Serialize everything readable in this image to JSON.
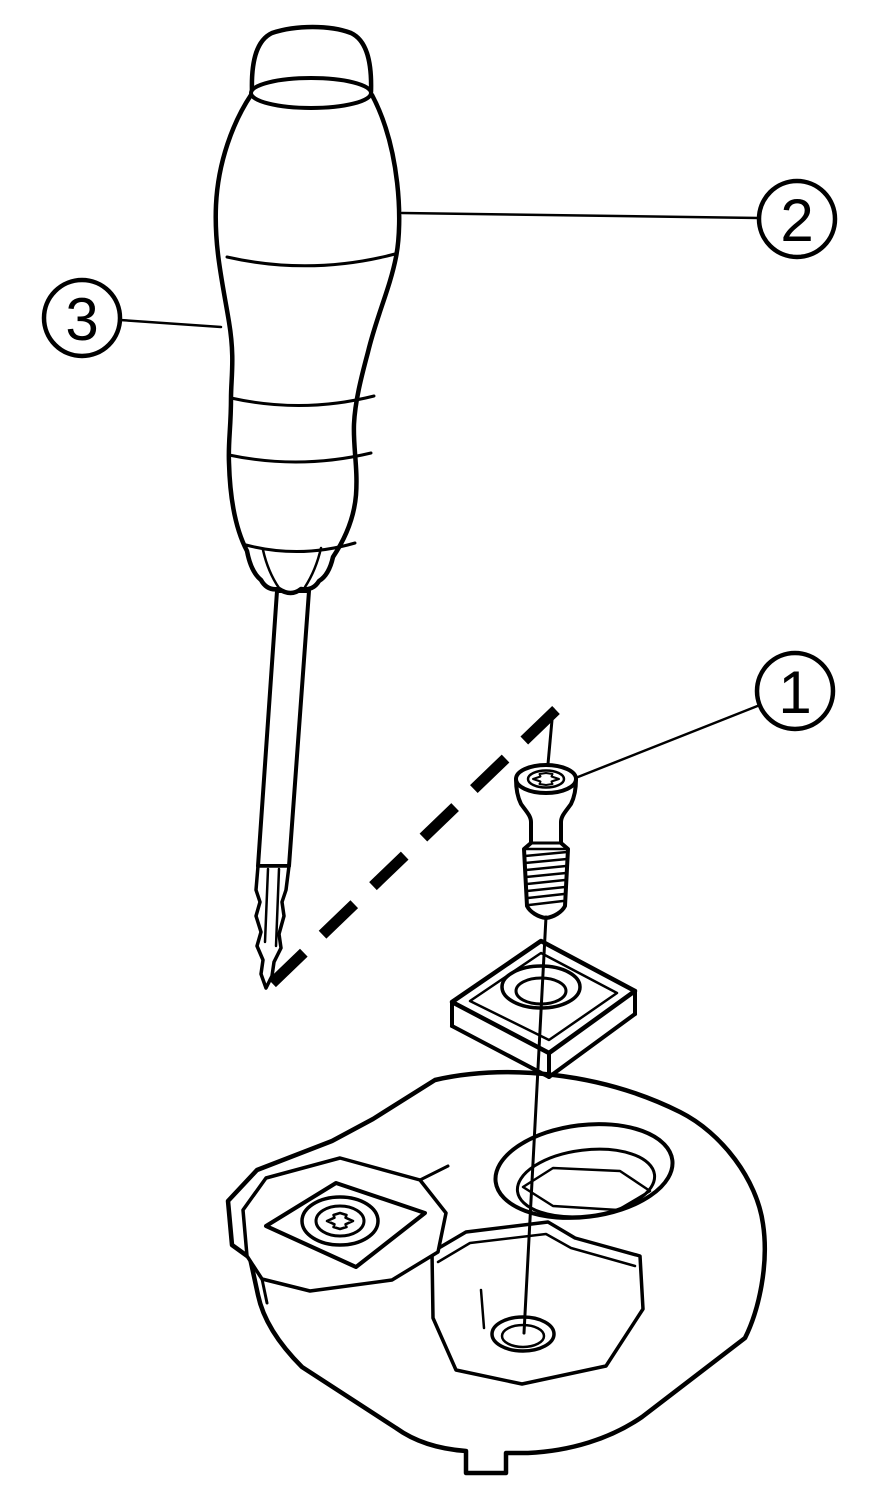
{
  "figure": {
    "background_color": "#ffffff",
    "line_color": "#000000",
    "callouts": [
      {
        "label": "1"
      },
      {
        "label": "2"
      },
      {
        "label": "3"
      }
    ]
  }
}
